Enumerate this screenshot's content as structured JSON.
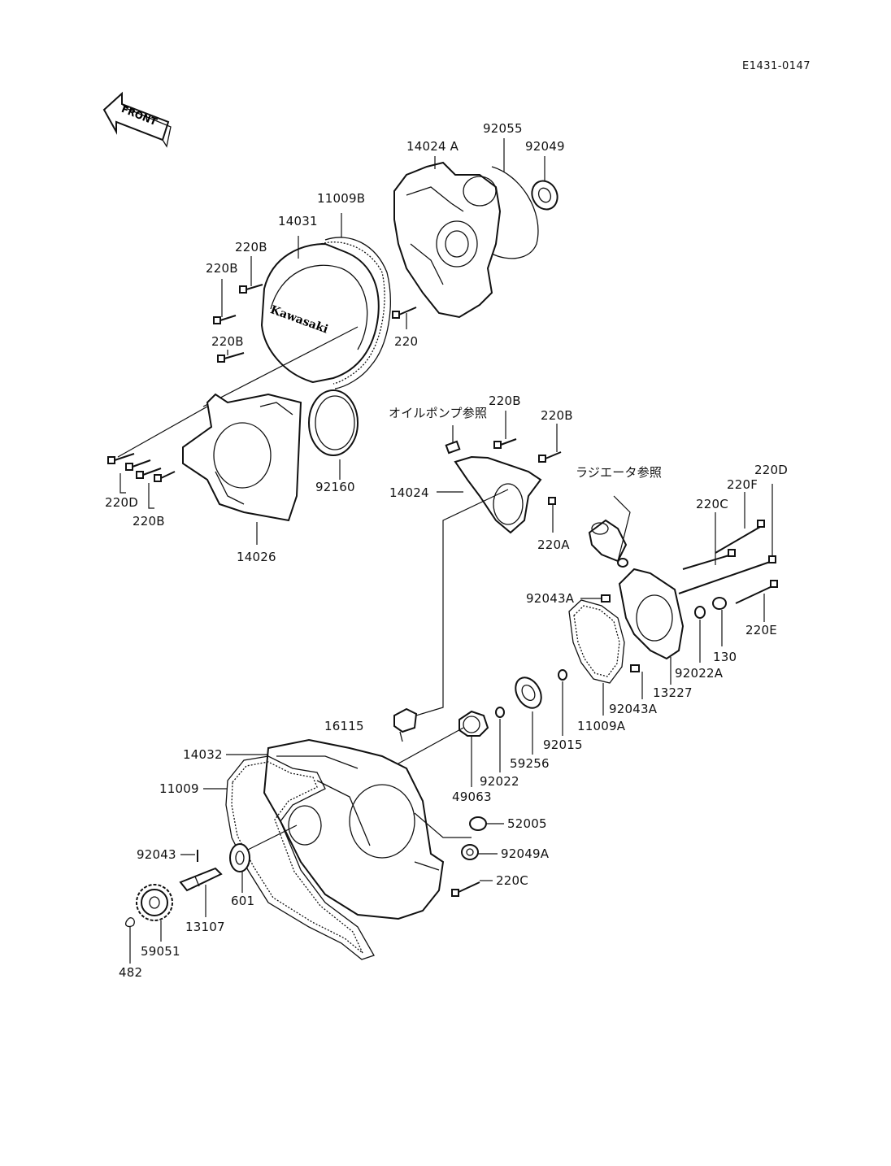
{
  "document": {
    "code": "E1431-0147"
  },
  "front_arrow": {
    "text": "FRONT"
  },
  "logo": {
    "text": "Kawasaki"
  },
  "labels": {
    "p92055": "92055",
    "p14024A": "14024 A",
    "p92049": "92049",
    "p11009B": "11009B",
    "p14031": "14031",
    "p220B_1": "220B",
    "p220B_2": "220B",
    "p220B_3": "220B",
    "p220": "220",
    "p220D_1": "220D",
    "p220B_4": "220B",
    "p14026": "14026",
    "p92160": "92160",
    "ref_oilpump": "オイルポンプ参照",
    "p220B_5": "220B",
    "p220B_6": "220B",
    "p14024": "14024",
    "p220A": "220A",
    "ref_radiator": "ラジエータ参照",
    "p220D_2": "220D",
    "p220F": "220F",
    "p220C_1": "220C",
    "p92043A_1": "92043A",
    "p220E": "220E",
    "p130": "130",
    "p92022A": "92022A",
    "p13227": "13227",
    "p92043A_2": "92043A",
    "p11009A": "11009A",
    "p92015": "92015",
    "p59256": "59256",
    "p92022": "92022",
    "p49063": "49063",
    "p16115": "16115",
    "p14032": "14032",
    "p11009": "11009",
    "p52005": "52005",
    "p92049A": "92049A",
    "p220C_2": "220C",
    "p92043": "92043",
    "p601": "601",
    "p13107": "13107",
    "p59051": "59051",
    "p482": "482"
  }
}
